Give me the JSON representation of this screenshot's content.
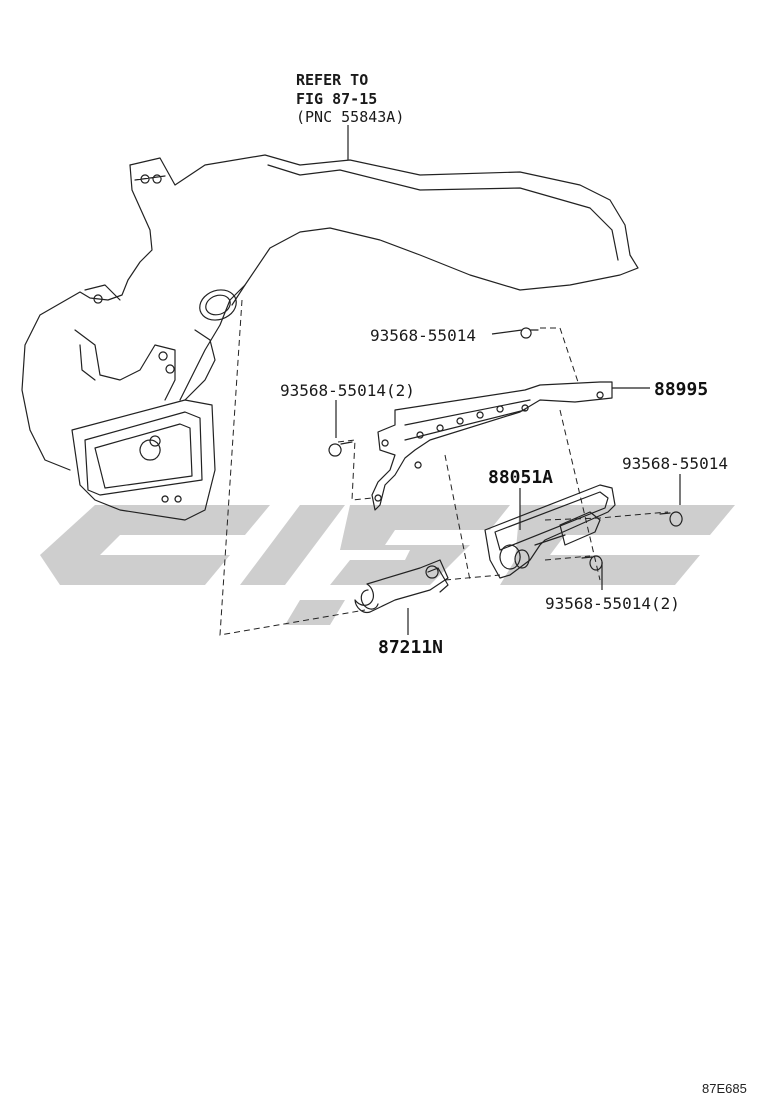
{
  "refer": {
    "line1": "REFER TO",
    "line2": "FIG 87-15",
    "line3": "(PNC 55843A)"
  },
  "labels": {
    "screw_top": "93568-55014",
    "screw_left": "93568-55014(2)",
    "screw_right": "93568-55014",
    "screw_bottom": "93568-55014(2)",
    "bracket": "88995",
    "sensor": "88051A",
    "hose": "87211N"
  },
  "figure_code": "87E685",
  "colors": {
    "line": "#222222",
    "watermark": "#bdbdbd"
  }
}
